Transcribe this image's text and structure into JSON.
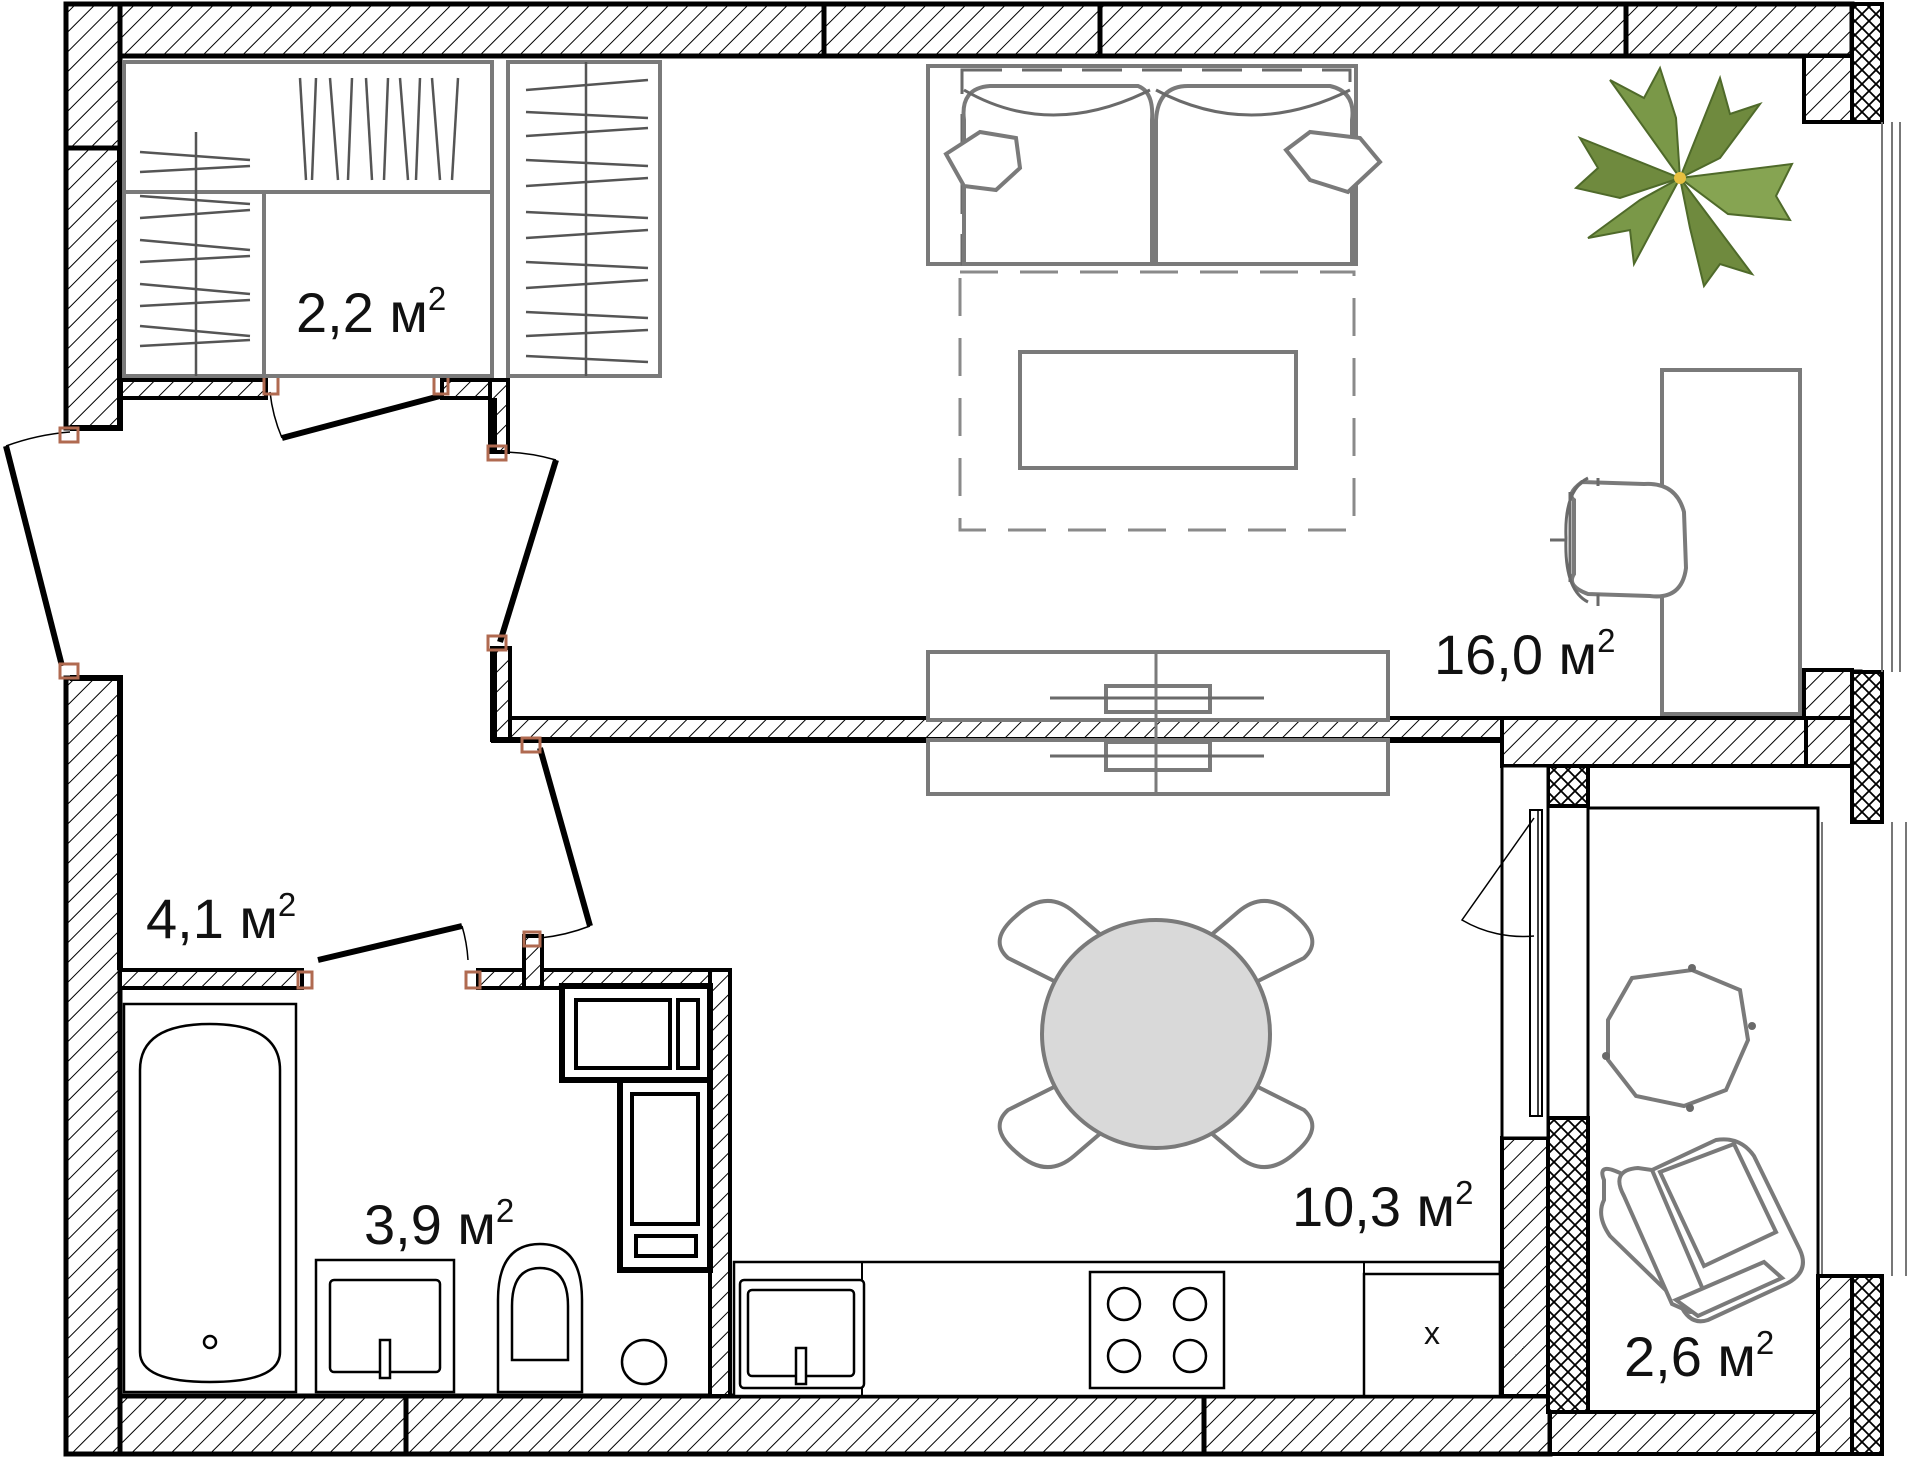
{
  "rooms": [
    {
      "id": "wardrobe",
      "area_value": "2,2 м",
      "area_sup": "2"
    },
    {
      "id": "living",
      "area_value": "16,0 м",
      "area_sup": "2"
    },
    {
      "id": "hallway",
      "area_value": "4,1 м",
      "area_sup": "2"
    },
    {
      "id": "bathroom",
      "area_value": "3,9 м",
      "area_sup": "2"
    },
    {
      "id": "kitchen",
      "area_value": "10,3 м",
      "area_sup": "2"
    },
    {
      "id": "balcony",
      "area_value": "2,6 м",
      "area_sup": "2"
    }
  ],
  "fixtures": {
    "fridge_mark": "x"
  },
  "colors": {
    "wall": "#000000",
    "furniture": "#7a7a7a",
    "door_jamb": "#b06a50",
    "table": "#d9d9d9",
    "plant": "#6f8a3e"
  },
  "icons": [
    "sofa-icon",
    "coffee-table-icon",
    "desk-chair-icon",
    "plant-icon",
    "dining-table-icon",
    "bathtub-icon",
    "toilet-icon",
    "sink-icon",
    "stove-icon",
    "washing-machine-icon",
    "armchair-icon",
    "round-table-icon",
    "wardrobe-icon",
    "tv-stand-icon"
  ]
}
